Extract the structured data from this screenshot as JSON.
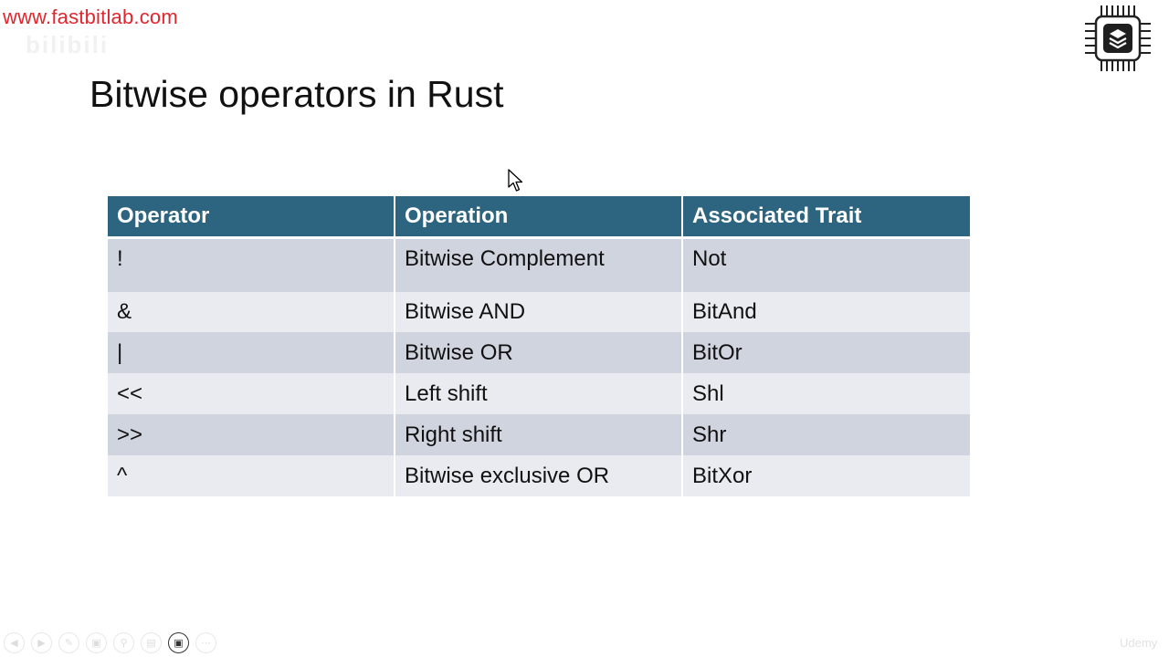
{
  "watermark": {
    "url": "www.fastbitlab.com",
    "ghost_text": "bilibili",
    "corner_mark": "Udemy"
  },
  "slide": {
    "title": "Bitwise operators in Rust"
  },
  "table": {
    "headers": [
      "Operator",
      "Operation",
      "Associated Trait"
    ],
    "rows": [
      [
        "!",
        "Bitwise Complement",
        "Not"
      ],
      [
        "&",
        "Bitwise AND",
        "BitAnd"
      ],
      [
        "|",
        "Bitwise OR",
        "BitOr"
      ],
      [
        "<<",
        "Left shift",
        "Shl"
      ],
      [
        ">>",
        "Right shift",
        "Shr"
      ],
      [
        "^",
        "Bitwise exclusive OR",
        "BitXor"
      ]
    ]
  },
  "colors": {
    "header_bg": "#2d6580",
    "row_odd": "#d0d4df",
    "row_even": "#e9ebf0",
    "watermark_url": "#e0262e"
  },
  "player_controls": {
    "icons": [
      "previous-icon",
      "next-icon",
      "pen-icon",
      "pages-icon",
      "zoom-icon",
      "subtitle-icon",
      "camera-icon",
      "more-icon"
    ]
  }
}
